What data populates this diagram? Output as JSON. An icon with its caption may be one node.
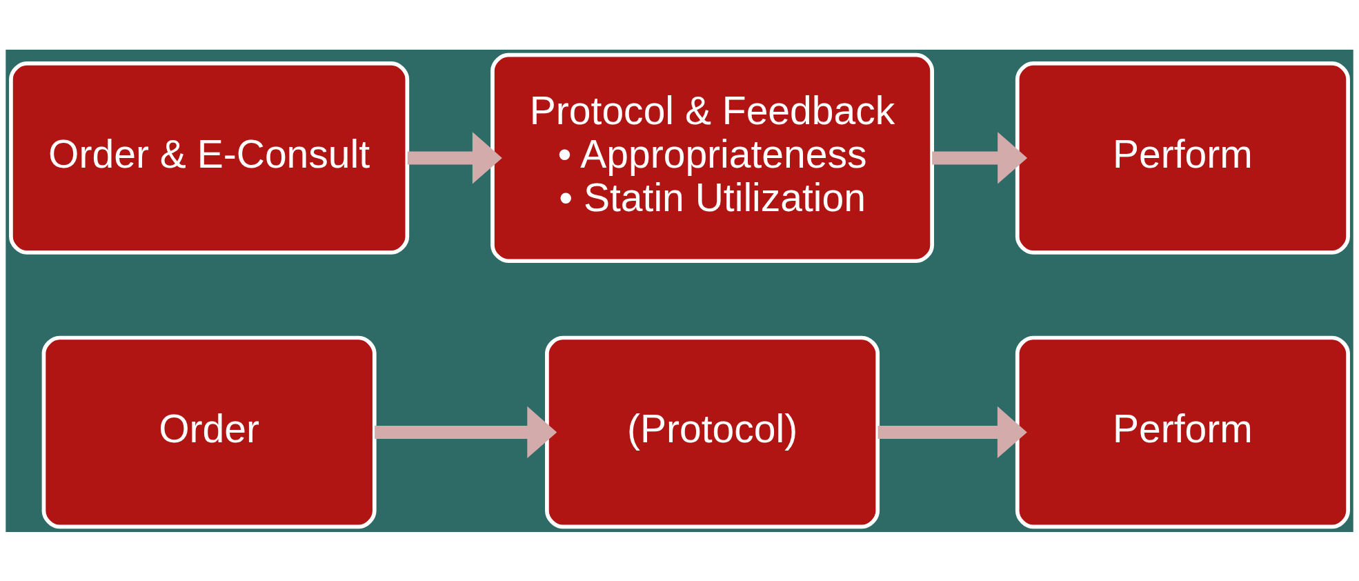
{
  "diagram": {
    "nodes": [
      {
        "text": [
          "Order"
        ]
      },
      {
        "text": [
          "(Protocol)"
        ]
      },
      {
        "text": [
          "Perform"
        ]
      },
      {
        "text": [
          "Order & E-Consult"
        ]
      },
      {
        "text": [
          "Protocol & Feedback",
          "• Appropriateness",
          "• Statin Utilization"
        ]
      },
      {
        "text": [
          "Perform"
        ]
      }
    ],
    "edges": [
      {
        "from": 0,
        "to": 1,
        "arrow": "to"
      },
      {
        "from": 1,
        "to": 2,
        "arrow": "to"
      },
      {
        "from": 3,
        "to": 4,
        "arrow": "to"
      },
      {
        "from": 4,
        "to": 5,
        "arrow": "to"
      }
    ]
  }
}
